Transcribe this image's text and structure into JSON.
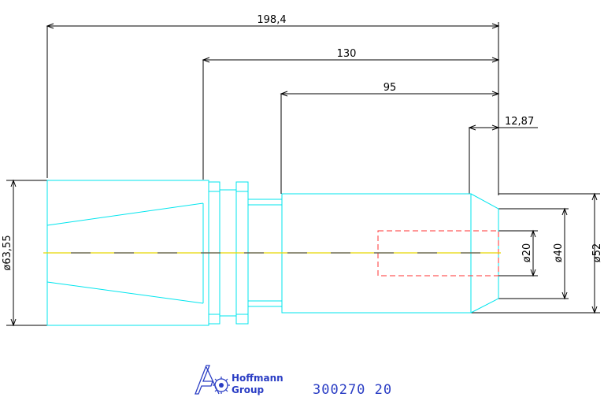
{
  "dimensions": {
    "overall_length": "198,4",
    "shank_length": "130",
    "body_length": "95",
    "chamfer_length": "12,87",
    "dia_flange": "ø63,55",
    "dia_bore": "ø20",
    "dia_inner": "ø40",
    "dia_outer": "ø52"
  },
  "logo": {
    "line1": "Hoffmann",
    "line2": "Group",
    "icon": "hoffmann-group-logo-icon"
  },
  "part_number": "300270  20",
  "colors": {
    "part_outline": "#00e5ee",
    "hidden_bore": "#ff3030",
    "centerline": "#e8d800",
    "dimension": "#000000",
    "brand": "#2a3dc4"
  }
}
